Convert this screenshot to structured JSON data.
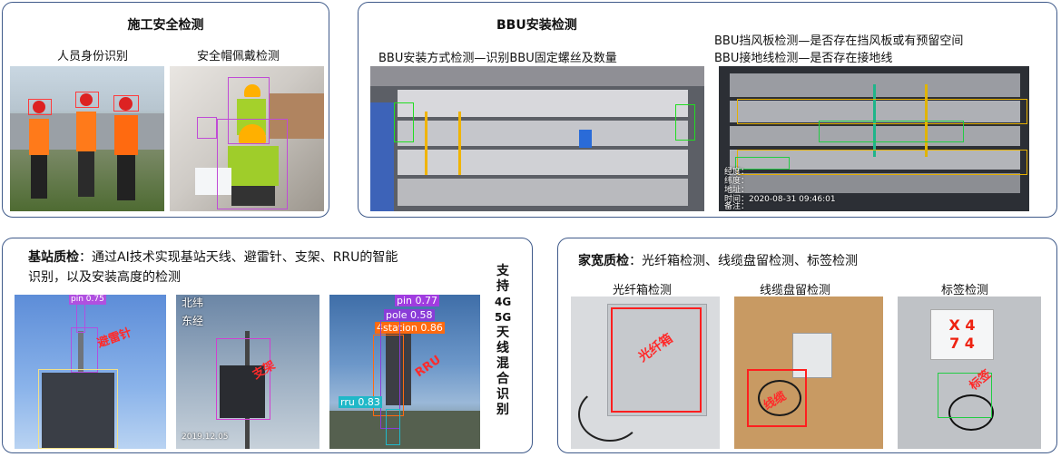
{
  "panel_safety": {
    "title": "施工安全检测",
    "caption_left": "人员身份识别",
    "caption_right": "安全帽佩戴检测"
  },
  "panel_bbu": {
    "title": "BBU安装检测",
    "caption_left": "BBU安装方式检测—识别BBU固定螺丝及数量",
    "caption_right_1": "BBU挡风板检测—是否存在挡风板或有预留空间",
    "caption_right_2": "BBU接地线检测—是否存在接地线",
    "photo_right_overlay": {
      "line1": "经度：",
      "line2": "纬度：",
      "line3": "地址：",
      "line4": "时间：2020-08-31 09:46:01",
      "line5": "备注："
    }
  },
  "panel_station": {
    "title_bold": "基站质检",
    "title_rest": "：通过AI技术实现基站天线、避雷针、支架、RRU的智能",
    "title_line2": "识别，以及安装高度的检测",
    "side_label_chars": [
      "支",
      "持",
      "4G",
      "5G",
      "天",
      "线",
      "混",
      "合",
      "识",
      "别"
    ],
    "photo1": {
      "tag_pin": "pin 0.75",
      "red_label": "避雷针"
    },
    "photo2": {
      "overlay_top_1": "北纬",
      "overlay_top_2": "东经",
      "overlay_bottom_1": "2019.12.05",
      "red_label": "支架"
    },
    "photo3": {
      "tag_pin": "pin 0.77",
      "tag_pole": "pole 0.58",
      "tag_4station": "4station 0.86",
      "tag_rru": "rru 0.83",
      "red_label": "RRU"
    }
  },
  "panel_broadband": {
    "title_bold": "家宽质检",
    "title_rest": "：光纤箱检测、线缆盘留检测、标签检测",
    "caption_1": "光纤箱检测",
    "caption_2": "线缆盘留检测",
    "caption_3": "标签检测",
    "red_label_1": "光纤箱",
    "red_label_2": "线缆",
    "red_label_3": "标签"
  }
}
